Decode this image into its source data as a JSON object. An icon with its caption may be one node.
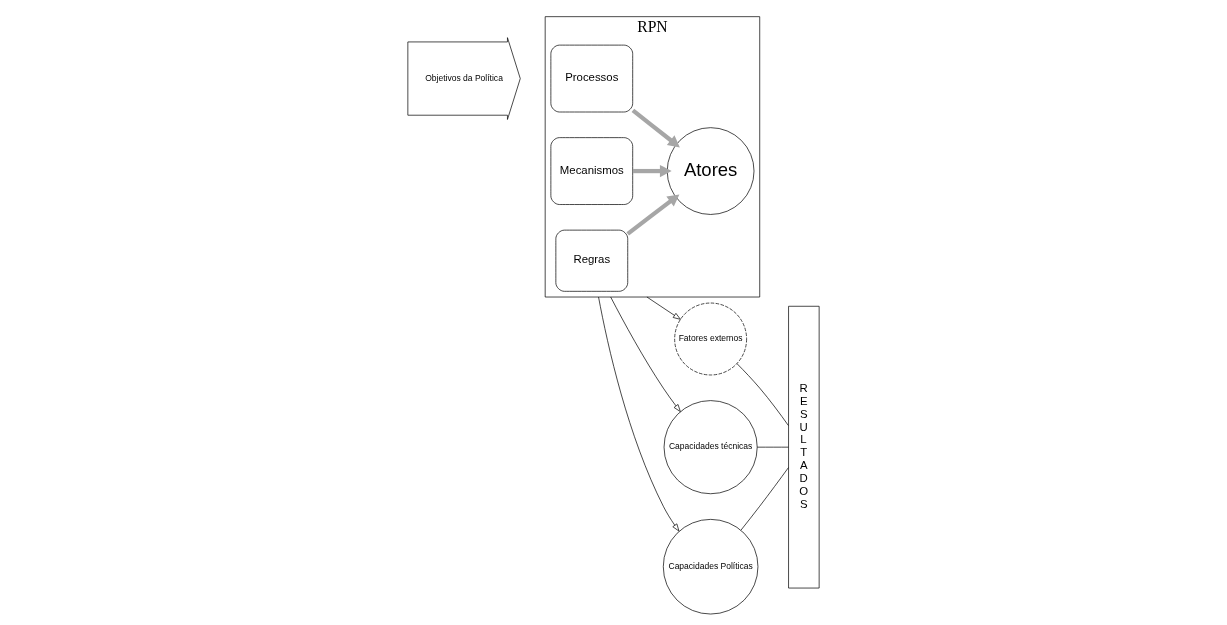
{
  "diagram": {
    "nodes": [
      {
        "text": [
          "Objetivos da Política"
        ]
      },
      {
        "text": [
          "RPN"
        ]
      },
      {
        "text": [
          "Regras"
        ],
        "in": 1
      },
      {
        "text": [
          "Processos"
        ],
        "in": 1
      },
      {
        "text": [
          "Mecanismos"
        ],
        "in": 1
      },
      {
        "text": [
          "Atores"
        ],
        "in": 1
      },
      {
        "text": [
          "Fatores externos"
        ]
      },
      {
        "text": [
          "Capacidades técnicas"
        ]
      },
      {
        "text": [
          "Capacidades Políticas"
        ]
      },
      {
        "text": [
          "RESULTADOS"
        ]
      }
    ],
    "edges": [
      {
        "from": 3,
        "to": 5,
        "arrow": "to",
        "style": "thick",
        "color": "#a6a6a6"
      },
      {
        "from": 2,
        "to": 5,
        "arrow": "to",
        "style": "thick",
        "color": "#a6a6a6"
      },
      {
        "from": 4,
        "to": 5,
        "arrow": "to",
        "style": "thick",
        "color": "#a6a6a6"
      },
      {
        "from": 1,
        "to": 6,
        "arrow": "to"
      },
      {
        "from": 1,
        "to": 7,
        "arrow": "to"
      },
      {
        "from": 1,
        "to": 8,
        "arrow": "to"
      },
      {
        "from": 6,
        "to": 9,
        "arrow": "none"
      },
      {
        "from": 7,
        "to": 9,
        "arrow": "none"
      },
      {
        "from": 8,
        "to": 9,
        "arrow": "none"
      }
    ]
  }
}
